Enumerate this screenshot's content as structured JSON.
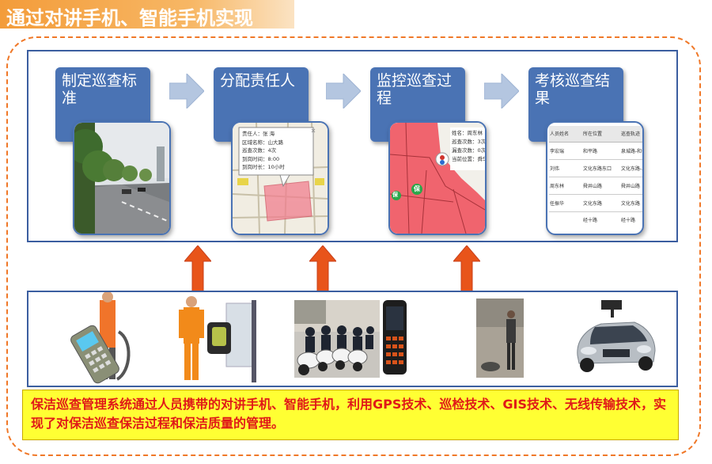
{
  "title": "通过对讲手机、智能手机实现",
  "steps": [
    {
      "label": "制定巡查标准"
    },
    {
      "label": "分配责任人"
    },
    {
      "label": "监控巡查过程"
    },
    {
      "label": "考核巡查结果"
    }
  ],
  "assign_card": {
    "lines": [
      "责任人：张 海",
      "区域名称：山大路",
      "巡查次数：4次",
      "到岗时间：8:00",
      "到岗时长：10小时"
    ]
  },
  "monitor_card": {
    "lines": [
      "姓名：周东林",
      "巡查次数：3次",
      "漏查次数：0次",
      "当前位置：舜华"
    ],
    "markers": [
      "保",
      "保"
    ]
  },
  "review_table": {
    "headers": [
      "人员姓名",
      "所在位置",
      "巡查轨迹"
    ],
    "rows": [
      [
        "李宏瑞",
        "和平路",
        "泉城路-和平路-富泉路"
      ],
      [
        "刘伟",
        "文化东路东口",
        "文化东路-二环"
      ],
      [
        "周东林",
        "舜井山路",
        "舜井山路"
      ],
      [
        "任振华",
        "文化东路",
        "文化东路"
      ],
      [
        "",
        "经十路",
        "经十路"
      ]
    ]
  },
  "description": "保洁巡查管理系统通过人员携带的对讲手机、智能手机，利用GPS技术、巡检技术、GIS技术、无线传输技术，实现了对保洁巡查保洁过程和保洁质量的管理。",
  "colors": {
    "accent": "#f07828",
    "step_blue": "#4a73b4",
    "panel_border": "#3b5ea0",
    "up_arrow": "#e8541a",
    "desc_bg": "#ffff33",
    "desc_text": "#e01818"
  }
}
